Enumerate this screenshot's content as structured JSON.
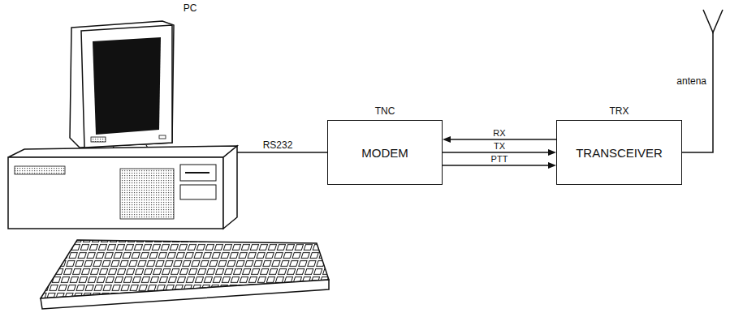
{
  "diagram": {
    "nodes": [
      {
        "text": [
          "TNC",
          "MODEM"
        ]
      },
      {
        "text": [
          "TRX",
          "TRANSCEIVER"
        ]
      }
    ],
    "edges": [
      {
        "from": 1,
        "to": 0,
        "arrow": "to",
        "label": "RX"
      },
      {
        "from": 0,
        "to": 1,
        "arrow": "to",
        "label": "TX"
      },
      {
        "from": 0,
        "to": 1,
        "arrow": "to",
        "label": "PTT"
      }
    ],
    "labels": [
      "PC",
      "RS232",
      "antena"
    ]
  }
}
